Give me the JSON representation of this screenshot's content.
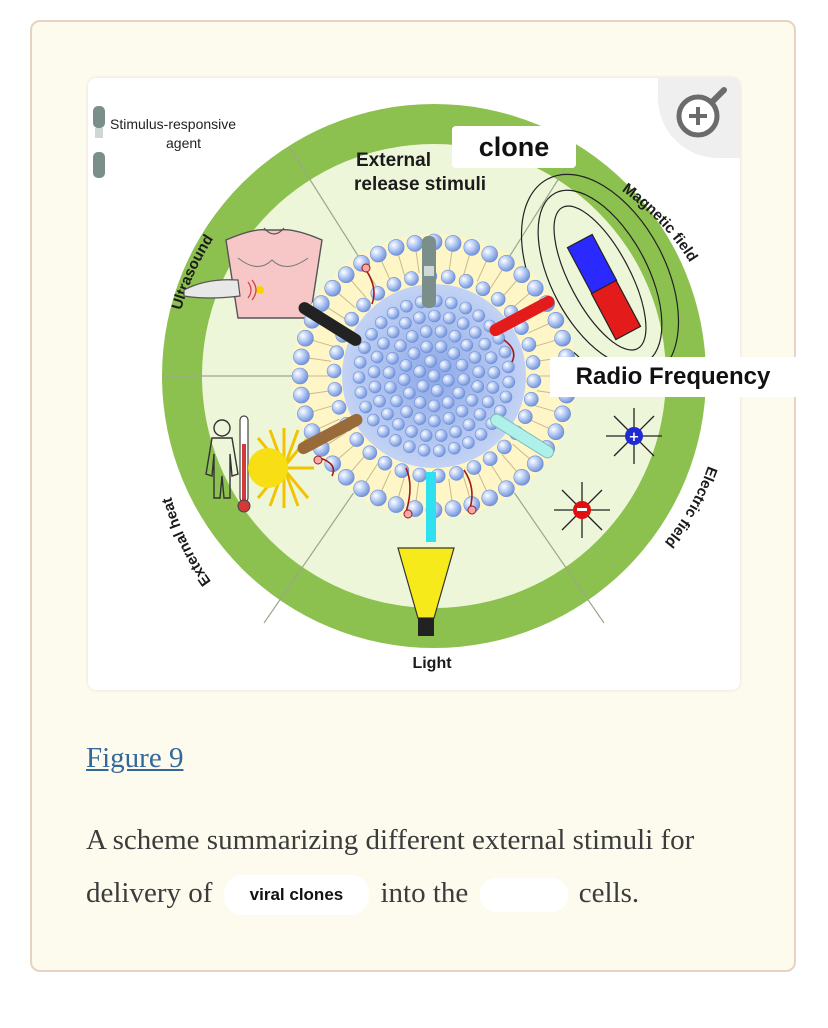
{
  "figure": {
    "title_line1": "External",
    "title_line2": "release stimuli",
    "legend_label_line1": "Stimulus-responsive",
    "legend_label_line2": "agent",
    "segments": {
      "ultrasound": "Ultrasound",
      "magnetic": "Magnetic field",
      "electric": "Electric field",
      "light": "Light",
      "heat": "External heat"
    },
    "overlay_top": "clone",
    "overlay_right": "Radio Frequency",
    "colors": {
      "ring": "#8cc04f",
      "inner": "#eef6da",
      "lipid": "#9fb9ef",
      "core": "#fff8d4"
    }
  },
  "figure_link": "Figure 9",
  "caption": {
    "part1": "A scheme summarizing different external stimuli for delivery of",
    "pill": "viral clones",
    "part2": "into the",
    "part3": "cells."
  },
  "icons": {
    "zoom": "zoom-in-icon"
  }
}
